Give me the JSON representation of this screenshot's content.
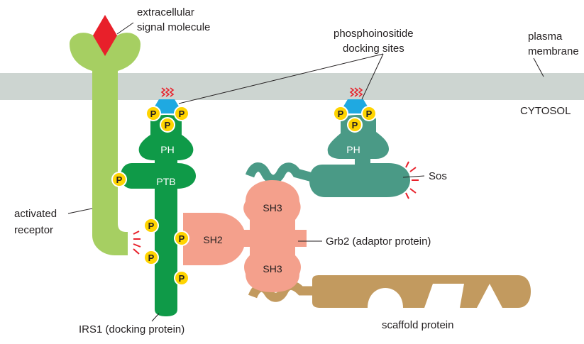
{
  "labels": {
    "signal_line1": "extracellular",
    "signal_line2": "signal molecule",
    "phospho_line1": "phosphoinositide",
    "phospho_line2": "docking sites",
    "membrane_line1": "plasma",
    "membrane_line2": "membrane",
    "cytosol": "CYTOSOL",
    "receptor_line1": "activated",
    "receptor_line2": "receptor",
    "irs1": "IRS1 (docking protein)",
    "grb2": "Grb2 (adaptor protein)",
    "sos": "Sos",
    "scaffold": "scaffold protein"
  },
  "domains": {
    "ph_left": "PH",
    "ptb": "PTB",
    "sh2": "SH2",
    "sh3_top": "SH3",
    "sh3_bottom": "SH3",
    "ph_right": "PH",
    "phospho": "P"
  },
  "colors": {
    "membrane": "#cdd5d1",
    "receptor": "#a6cf62",
    "irs1": "#0f9a48",
    "grb2": "#f4a08c",
    "sos": "#4a9a86",
    "scaffold": "#c29a5f",
    "signal": "#e8202a",
    "docking": "#1fa9e1",
    "phospho": "#ffd400"
  }
}
